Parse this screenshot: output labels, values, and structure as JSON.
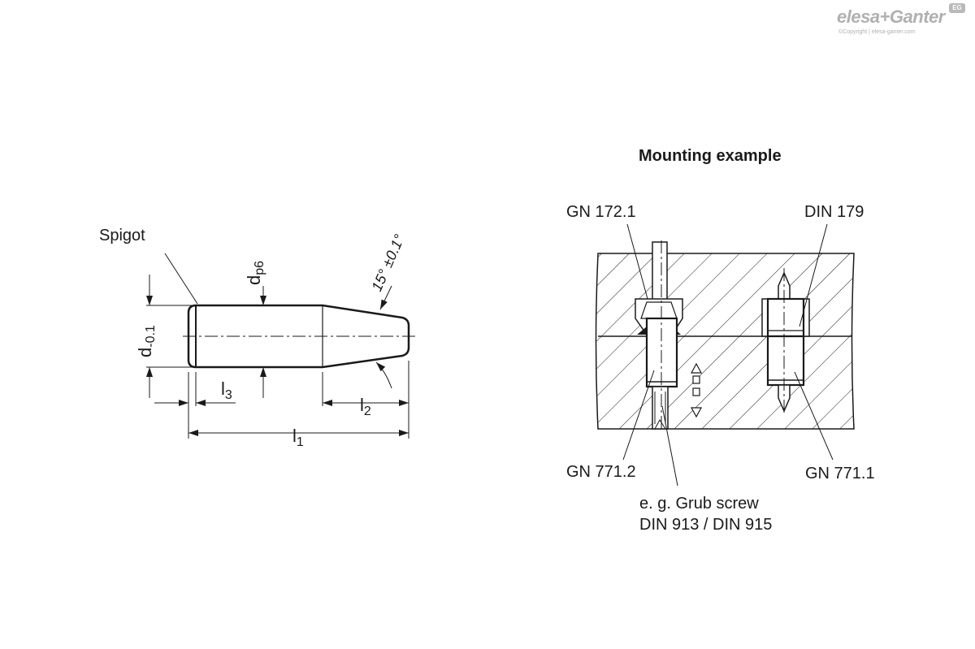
{
  "logo": {
    "brand": "elesa+Ganter",
    "badge": "EG",
    "copyright": "©Copyright | elesa-ganter.com"
  },
  "mounting": {
    "title": "Mounting example",
    "labels": {
      "gn1721": "GN 172.1",
      "din179": "DIN 179",
      "gn7712": "GN 771.2",
      "gn7711": "GN 771.1",
      "grub_line1": "e. g. Grub screw",
      "grub_line2": "DIN 913 / DIN 915"
    }
  },
  "part": {
    "spigot": "Spigot",
    "d_symbol": "d",
    "d_tol": "-0.1",
    "dp6_base": "d",
    "dp6_sub": "p6",
    "l1_base": "l",
    "l1_sub": "1",
    "l2_base": "l",
    "l2_sub": "2",
    "l3_base": "l",
    "l3_sub": "3",
    "angle": "15° ±0.1°"
  },
  "colors": {
    "line": "#1a1a1a",
    "logo": "#b0b0b0"
  }
}
